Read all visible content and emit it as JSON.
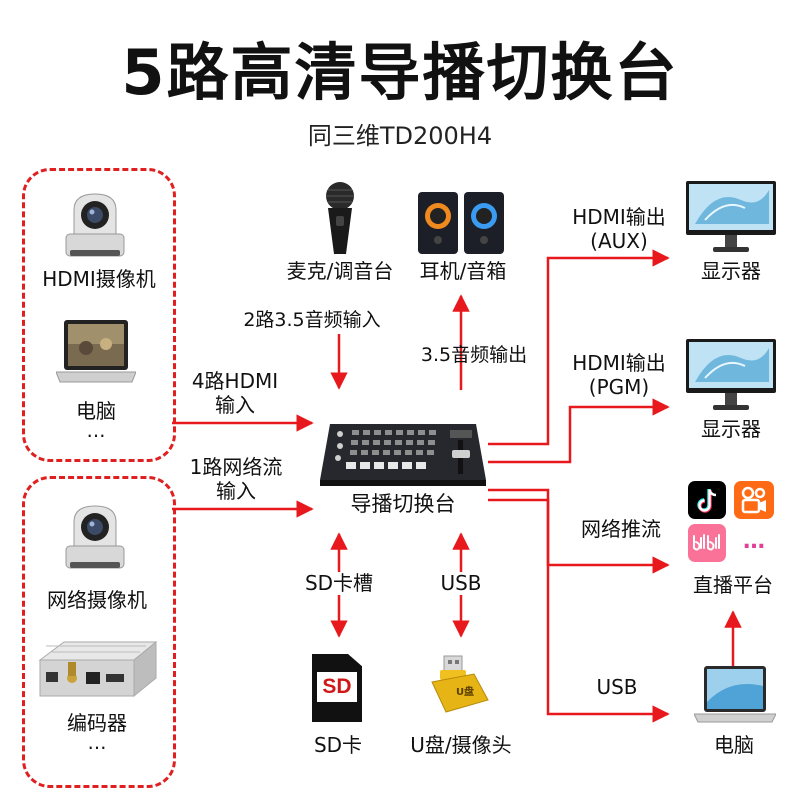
{
  "title": "5路高清导播切换台",
  "subtitle": "同三维TD200H4",
  "colors": {
    "arrow": "#e8191c",
    "dashed_box": "#e02020",
    "title_text": "#111111"
  },
  "inputs_group1": {
    "camera_label": "HDMI摄像机",
    "laptop_label": "电脑",
    "more": "…",
    "link_label_line1": "4路HDMI",
    "link_label_line2": "输入"
  },
  "inputs_group2": {
    "camera_label": "网络摄像机",
    "encoder_label": "编码器",
    "more": "…",
    "link_label_line1": "1路网络流",
    "link_label_line2": "输入"
  },
  "audio": {
    "mic_label": "麦克/调音台",
    "speaker_label": "耳机/音箱",
    "in_label": "2路3.5音频输入",
    "out_label": "3.5音频输出"
  },
  "center": {
    "device_label": "导播切换台"
  },
  "storage": {
    "sd_link": "SD卡槽",
    "sd_label": "SD卡",
    "sd_card_text": "SD",
    "usb_link": "USB",
    "usb_label": "U盘/摄像头",
    "usb_icon_text": "U盘"
  },
  "outputs": {
    "aux_line1": "HDMI输出",
    "aux_line2": "(AUX)",
    "aux_monitor": "显示器",
    "pgm_line1": "HDMI输出",
    "pgm_line2": "(PGM)",
    "pgm_monitor": "显示器",
    "stream_label": "网络推流",
    "platform_label": "直播平台",
    "platform_more": "…",
    "usb_label": "USB",
    "pc_label": "电脑"
  },
  "icons": [
    "tiktok-icon",
    "kuaishou-icon",
    "bilibili-icon",
    "ptz-camera-icon",
    "laptop-icon",
    "microphone-icon",
    "speaker-icon",
    "monitor-icon",
    "encoder-icon",
    "sd-card-icon",
    "usb-drive-icon",
    "switcher-console-icon"
  ]
}
